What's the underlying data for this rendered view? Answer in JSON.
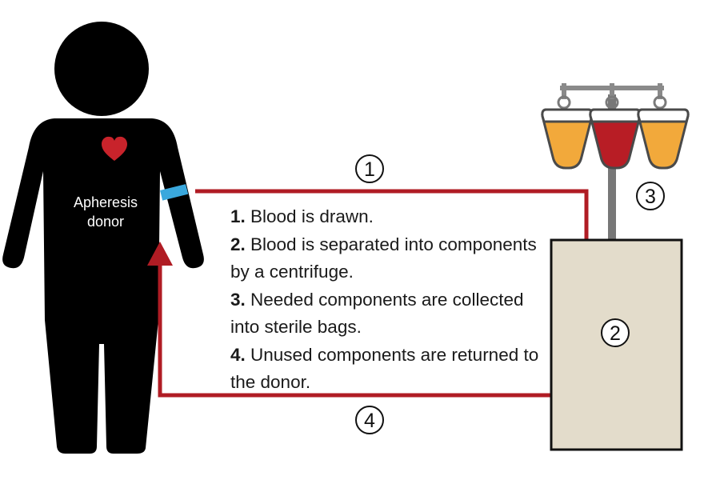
{
  "donor": {
    "label_line1": "Apheresis",
    "label_line2": "donor"
  },
  "steps": [
    {
      "number": "1.",
      "text": " Blood is drawn."
    },
    {
      "number": "2.",
      "text": " Blood is separated into components by a centrifuge."
    },
    {
      "number": "3.",
      "text": " Needed components are collected into sterile bags."
    },
    {
      "number": "4.",
      "text": " Unused components are returned to the donor."
    }
  ],
  "callouts": {
    "one": "1",
    "two": "2",
    "three": "3",
    "four": "4"
  },
  "colors": {
    "flow_red": "#b01c24",
    "bag_red": "#b81d25",
    "bag_orange": "#f2a93b",
    "machine_fill": "#e3dccb",
    "armband_blue": "#3aa8dd",
    "heart_red": "#c8232b",
    "figure": "#000000"
  },
  "icons": [
    "person-silhouette",
    "heart-icon",
    "armband",
    "centrifuge-machine",
    "iv-pole",
    "blood-bag"
  ]
}
